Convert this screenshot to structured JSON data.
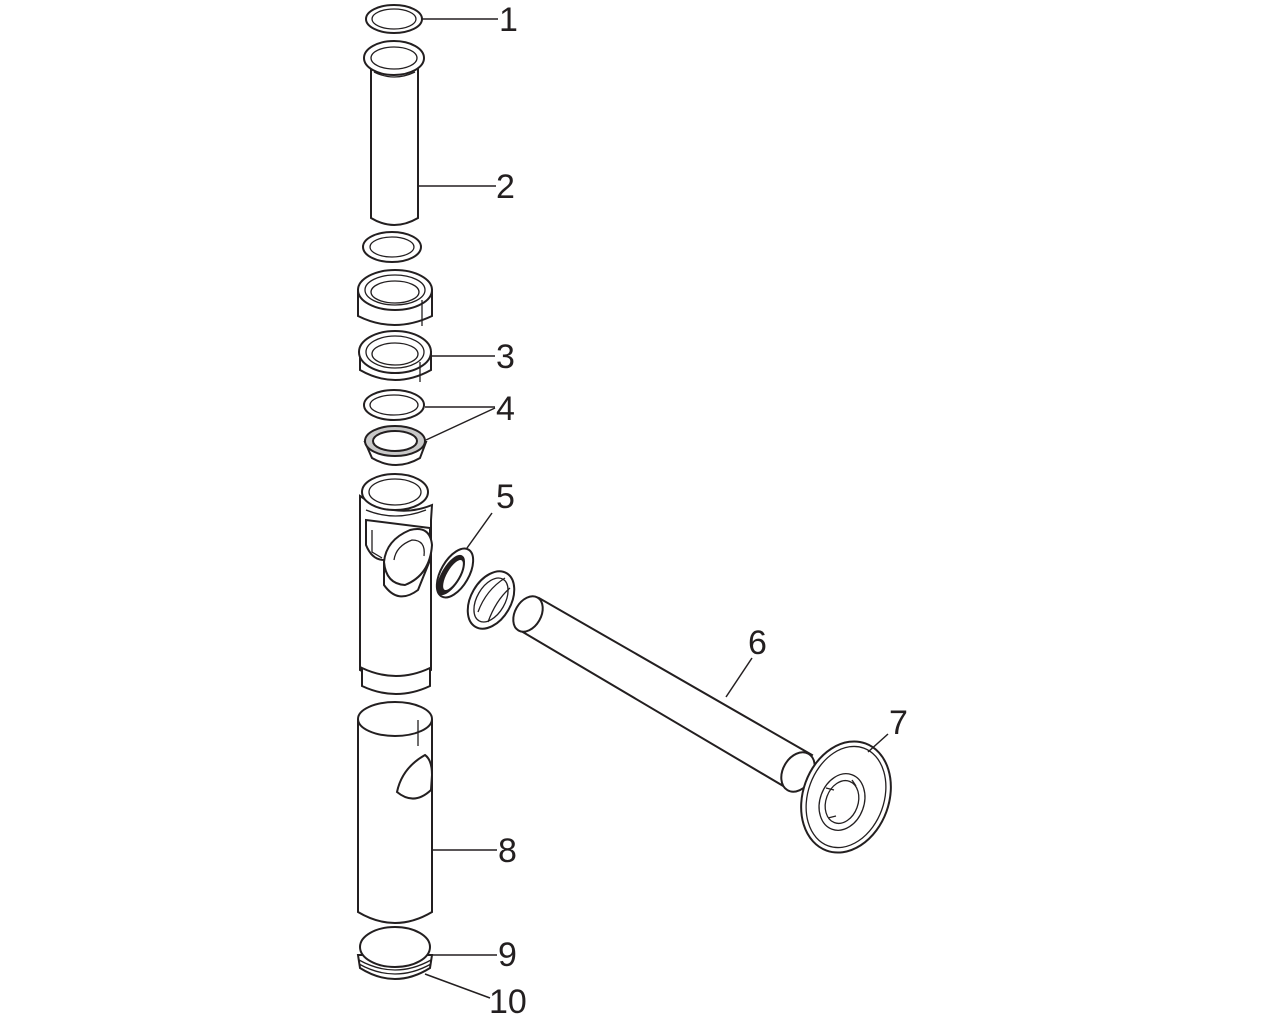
{
  "diagram": {
    "background": "#ffffff",
    "line_color": "#231f20",
    "callouts": [
      {
        "id": "1",
        "label": "1"
      },
      {
        "id": "2",
        "label": "2"
      },
      {
        "id": "3",
        "label": "3"
      },
      {
        "id": "4",
        "label": "4"
      },
      {
        "id": "5",
        "label": "5"
      },
      {
        "id": "6",
        "label": "6"
      },
      {
        "id": "7",
        "label": "7"
      },
      {
        "id": "8",
        "label": "8"
      },
      {
        "id": "9",
        "label": "9"
      },
      {
        "id": "10",
        "label": "10"
      }
    ]
  }
}
